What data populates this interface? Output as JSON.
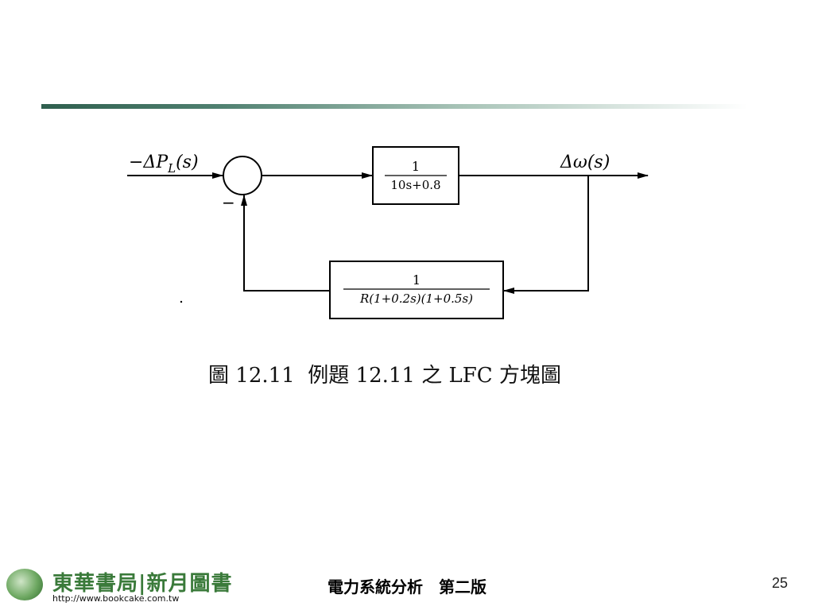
{
  "diagram": {
    "input_label": "−ΔP",
    "input_sub": "L",
    "input_arg": "(s)",
    "sum_sign": "−",
    "forward_block": {
      "numerator": "1",
      "denominator": "10s+0.8"
    },
    "output_label": "Δω(s)",
    "feedback_block": {
      "numerator": "1",
      "denominator": "R(1+0.2s)(1+0.5s)"
    }
  },
  "caption": {
    "figure": "圖 12.11",
    "description": "例題 12.11 之 LFC 方塊圖"
  },
  "footer": {
    "logo_text": "東華書局|新月圖書",
    "logo_url": "http://www.bookcake.com.tw",
    "title": "電力系統分析　第二版",
    "page_number": "25"
  },
  "colors": {
    "accent_bar": "#2f5f4e",
    "logo_green": "#3a7a3a"
  }
}
